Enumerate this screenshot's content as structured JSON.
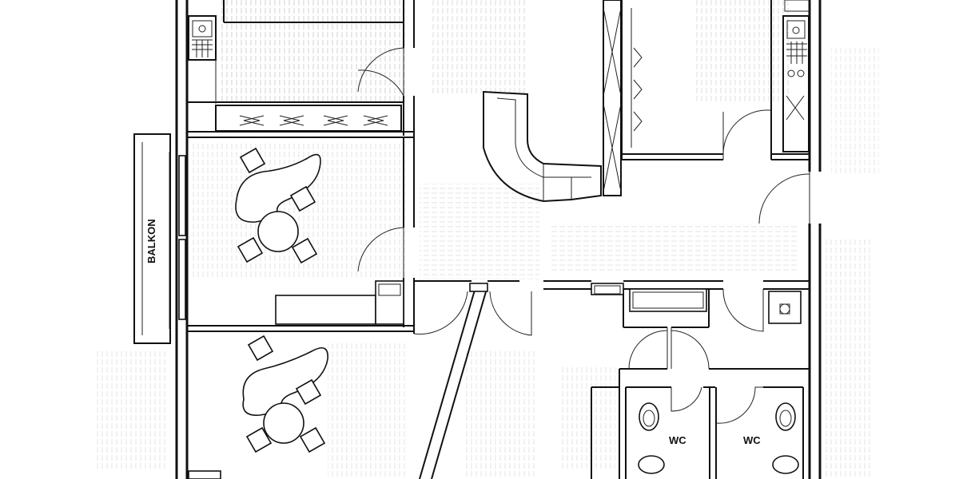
{
  "labels": {
    "balcony": "BALKON",
    "wc_left": "WC",
    "wc_right": "WC"
  },
  "colors": {
    "ink": "#111111",
    "paper": "#ffffff",
    "hatch": "#888888"
  }
}
